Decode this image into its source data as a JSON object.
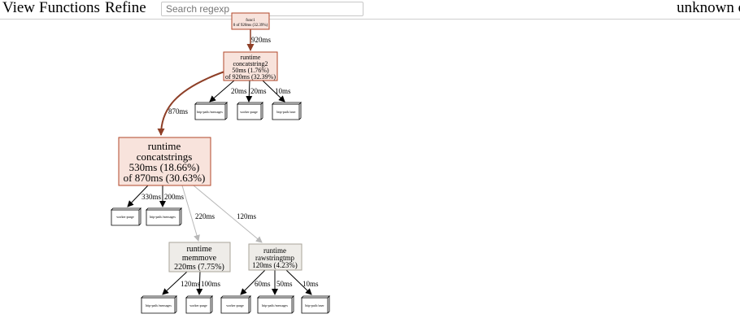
{
  "menu": {
    "view": "View",
    "functions": "Functions",
    "refine": "Refine"
  },
  "search": {
    "placeholder": "Search regexp",
    "value": ""
  },
  "profile_title": "unknown c",
  "graph": {
    "nodes": {
      "func1": {
        "line1": "func1",
        "line2": "0 of 920ms (32.39%)"
      },
      "concatstring2": {
        "line1": "runtime",
        "line2": "concatstring2",
        "line3": "50ms (1.76%)",
        "line4": "of 920ms (32.39%)"
      },
      "concatstrings": {
        "line1": "runtime",
        "line2": "concatstrings",
        "line3": "530ms (18.66%)",
        "line4": "of 870ms (30.63%)"
      },
      "memmove": {
        "line1": "runtime",
        "line2": "memmove",
        "line3": "220ms (7.75%)"
      },
      "rawstringtmp": {
        "line1": "runtime",
        "line2": "rawstringtmp",
        "line3": "120ms (4.23%)"
      }
    },
    "labels": {
      "http_messages": "http-path:/messages",
      "worker_purge": "worker:purge",
      "http_user": "http-path:/user"
    },
    "edges": {
      "func1_to_concatstring2": "920ms",
      "concatstring2_to_concatstrings": "870ms",
      "cs2_messages": "20ms",
      "cs2_purge": "20ms",
      "cs2_user": "10ms",
      "css_purge": "330ms",
      "css_messages": "200ms",
      "css_memmove": "220ms",
      "css_rawstringtmp": "120ms",
      "mm_messages": "120ms",
      "mm_purge": "100ms",
      "rst_purge": "60ms",
      "rst_messages": "50ms",
      "rst_user": "10ms"
    },
    "colors": {
      "hot_fill": "#f8e3dc",
      "hot_stroke": "#b2472a",
      "cool_fill": "#eeece8",
      "cool_stroke": "#a9a49a",
      "hot_edge": "#8e3f27",
      "cool_edge": "#b8b8b8"
    }
  }
}
